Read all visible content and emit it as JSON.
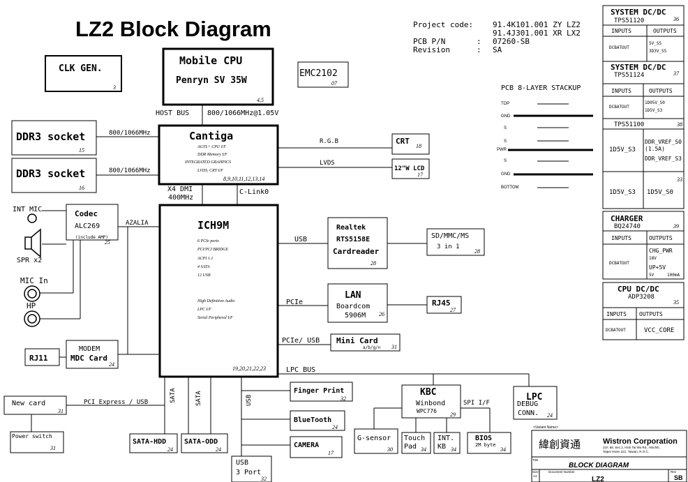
{
  "title": "LZ2 Block Diagram",
  "project": {
    "code_label": "Project code:",
    "code_1": "91.4K101.001 ZY LZ2",
    "code_2": "91.4J301.001 XR LX2",
    "pcb_label": "PCB P/N",
    "pcb_colon": ":",
    "pcb_value": "07260-SB",
    "rev_label": "Revision",
    "rev_colon": ":",
    "rev_value": "SA"
  },
  "blocks": {
    "clk_gen": {
      "label": "CLK GEN.",
      "page": "3"
    },
    "cpu": {
      "label": "Mobile CPU",
      "sub": "Penryn SV 35W",
      "page": "4,5"
    },
    "emc": {
      "label": "EMC2102",
      "page": "07"
    },
    "ddr1": {
      "label": "DDR3 socket",
      "page": "15"
    },
    "ddr2": {
      "label": "DDR3 socket",
      "page": "16"
    },
    "cantiga": {
      "label": "Cantiga",
      "f1": "AGTL+ CPU I/F",
      "f2": "DDR Memory I/F",
      "f3": "INTEGRATED GRAHPICS",
      "f4": "LVDS, CRT I/F",
      "page": "8,9,10,11,12,13,14"
    },
    "crt": {
      "label": "CRT",
      "page": "18"
    },
    "lcd": {
      "label": "12\"W LCD",
      "page": "17"
    },
    "codec": {
      "label": "Codec",
      "sub": "ALC269",
      "note": "(include AMP)",
      "page": "25"
    },
    "ich": {
      "label": "ICH9M",
      "f1": "6 PCIe ports",
      "f2": "PCI/PCI BRIDGE",
      "f3": "ACPI 1.1",
      "f4": "4 SATA",
      "f5": "12 USB",
      "f6": "High Definition Audio",
      "f7": "LPC I/F",
      "f8": "Serial Peripheral I/F",
      "page": "19,20,21,22,23"
    },
    "cardreader": {
      "label": "Realtek",
      "sub": "RTS5158E",
      "sub2": "Cardreader",
      "page": "28"
    },
    "sdmmc": {
      "label": "SD/MMC/MS",
      "sub": "3 in 1",
      "page": "28"
    },
    "lan": {
      "label": "LAN",
      "sub": "Boardcom",
      "sub2": "5906M",
      "page": "26"
    },
    "rj45": {
      "label": "RJ45",
      "page": "27"
    },
    "minicard": {
      "label": "Mini Card",
      "sub": "a/b/g/n",
      "page": "31"
    },
    "modem": {
      "label": "MODEM",
      "sub": "MDC Card",
      "page": "24"
    },
    "rj11": {
      "label": "RJ11"
    },
    "newcard": {
      "label": "New card",
      "page": "31"
    },
    "powerswitch": {
      "label": "Power switch",
      "page": "31"
    },
    "satahdd": {
      "label": "SATA-HDD",
      "page": "24"
    },
    "sataodd": {
      "label": "SATA-ODD",
      "page": "24"
    },
    "usbport": {
      "label": "USB",
      "sub": "3 Port",
      "page": "32"
    },
    "finger": {
      "label": "Finger Print",
      "page": "32"
    },
    "bluetooth": {
      "label": "BlueTooth",
      "page": "24"
    },
    "camera": {
      "label": "CAMERA",
      "page": "17"
    },
    "kbc": {
      "label": "KBC",
      "sub": "Winbond",
      "sub2": "WPC776",
      "page": "29"
    },
    "lpcdebug": {
      "label": "LPC",
      "sub": "DEBUG",
      "sub2": "CONN.",
      "page": "24"
    },
    "gsensor": {
      "label": "G-sensor",
      "page": "30"
    },
    "touchpad": {
      "label": "Touch",
      "sub": "Pad",
      "page": "34"
    },
    "intkb": {
      "label": "INT.",
      "sub": "KB",
      "page": "34"
    },
    "bios": {
      "label": "BIOS",
      "sub": "2M byte",
      "page": "34"
    }
  },
  "audio": {
    "int_mic": "INT MIC",
    "spr": "SPR x2",
    "mic_in": "MIC In",
    "hp": "HP"
  },
  "signals": {
    "host_bus": "HOST BUS",
    "fsb": "800/1066MHz@1.05V",
    "ddr_speed_1": "800/1066MHz",
    "ddr_speed_2": "800/1066MHz",
    "rgb": "R.G.B",
    "lvds": "LVDS",
    "dmi_1": "X4 DMI",
    "dmi_2": "400MHz",
    "clink": "C-Link0",
    "azalia": "AZALIA",
    "usb_cr": "USB",
    "pcie_lan": "PCIe",
    "pcie_usb": "PCIe/ USB",
    "lpc_bus": "LPC BUS",
    "pci_express_usb": "PCI Express / USB",
    "sata_1": "SATA",
    "sata_2": "SATA",
    "usb_vert": "USB",
    "spi": "SPI I/F"
  },
  "stackup": {
    "title": "PCB 8-LAYER STACKUP",
    "layers": [
      "TOP",
      "GND",
      "S",
      "S",
      "PWR",
      "S",
      "GND",
      "BOTTOM"
    ]
  },
  "power": {
    "sys1": {
      "title": "SYSTEM DC/DC",
      "page": "36",
      "chip": "TPS51120",
      "inputs": "INPUTS",
      "outputs": "OUTPUTS",
      "in": "DCBATOUT",
      "out1": "5V_S5",
      "out2": "3D3V_S5"
    },
    "sys2": {
      "title": "SYSTEM DC/DC",
      "page": "37",
      "chip": "TPS51124",
      "inputs": "INPUTS",
      "outputs": "OUTPUTS",
      "in": "DCBATOUT",
      "out1": "1D05V_S0",
      "out2": "1D5V_S3"
    },
    "tps100": {
      "chip": "TPS51100",
      "page": "38",
      "in": "1D5V_S3",
      "out1": "DDR_VREF_S0",
      "out2": "(1.5A)",
      "out3": "DDR_VREF_S3"
    },
    "ldo": {
      "page": "33",
      "in": "1D5V_S3",
      "out": "1D5V_S0"
    },
    "charger": {
      "title": "CHARGER",
      "chip": "BQ24740",
      "page": "39",
      "inputs": "INPUTS",
      "outputs": "OUTPUTS",
      "in": "DCBATOUT",
      "out1": "CHG_PWR",
      "out2": "18V",
      "out3": "UP+5V",
      "out4": "5V",
      "out5": "100mA"
    },
    "cpu": {
      "title": "CPU DC/DC",
      "chip": "ADP3208",
      "page": "35",
      "inputs": "INPUTS",
      "outputs": "OUTPUTS",
      "in": "DCBATOUT",
      "out": "VCC_CORE"
    }
  },
  "titleblock": {
    "variant": "<Variant Name>",
    "chinese": "緯創資通",
    "company": "Wistron Corporation",
    "addr1": "21F, 88, Sec.1, Hsin Tai Wu Rd., Hsichih,",
    "addr2": "Taipei Hsien 221, Taiwan, R.O.C.",
    "title_label": "Title",
    "title": "BLOCK DIAGRAM",
    "size_label": "Size",
    "size": "A3",
    "doc_label": "Document Number",
    "doc": "LZ2",
    "rev_label": "Rev",
    "rev": "SB"
  }
}
